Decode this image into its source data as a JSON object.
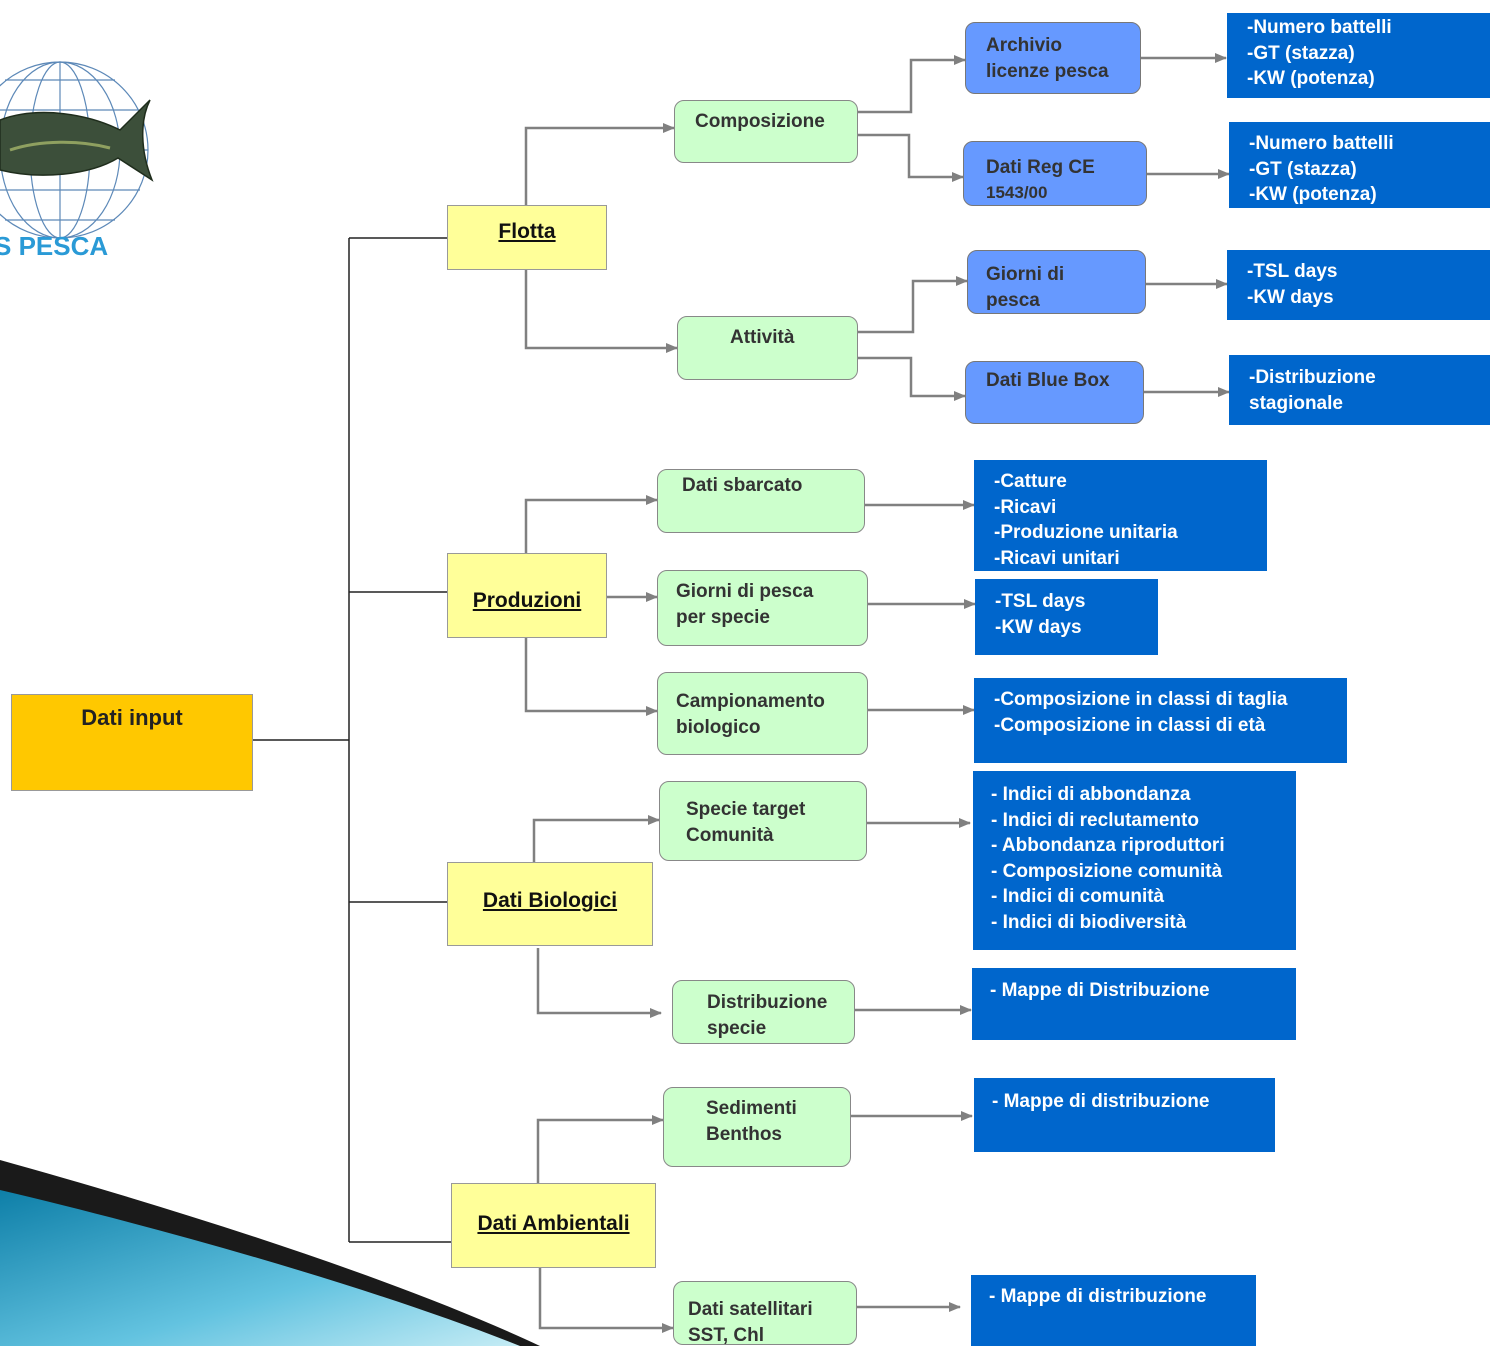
{
  "logo": {
    "text": "S PESCA"
  },
  "root": {
    "label": "Dati input"
  },
  "categories": {
    "flotta": "Flotta",
    "produzioni": "Produzioni",
    "biologici": "Dati Biologici",
    "ambientali": "Dati Ambientali"
  },
  "nodes": {
    "composizione": [
      "Composizione"
    ],
    "attivita": [
      "Attività"
    ],
    "archivio": [
      "Archivio",
      "licenze pesca"
    ],
    "dati_reg": [
      "Dati Reg CE",
      "1543/00"
    ],
    "giorni_pesca": [
      "Giorni di",
      "pesca"
    ],
    "blue_box": [
      "Dati Blue Box"
    ],
    "sbarcato": [
      "Dati sbarcato"
    ],
    "giorni_specie": [
      "Giorni di pesca",
      "per specie"
    ],
    "campionamento": [
      "Campionamento",
      "biologico"
    ],
    "specie_target": [
      "Specie target",
      "Comunità"
    ],
    "distribuzione": [
      "Distribuzione",
      "specie"
    ],
    "sedimenti": [
      "Sedimenti",
      "Benthos"
    ],
    "satellitari": [
      "Dati satellitari",
      "SST, Chl"
    ]
  },
  "outputs": {
    "archivio": [
      "-Numero battelli",
      "-GT (stazza)",
      "-KW (potenza)"
    ],
    "dati_reg": [
      "-Numero battelli",
      "-GT (stazza)",
      "-KW (potenza)"
    ],
    "giorni_pesca": [
      "-TSL days",
      "-KW days"
    ],
    "blue_box": [
      "-Distribuzione",
      "stagionale"
    ],
    "sbarcato": [
      "-Catture",
      "-Ricavi",
      "-Produzione unitaria",
      "-Ricavi unitari"
    ],
    "giorni_specie": [
      "-TSL days",
      "-KW  days"
    ],
    "campionamento": [
      "-Composizione in classi di taglia",
      "-Composizione in classi di età"
    ],
    "specie_target": [
      "- Indici  di abbondanza",
      "- Indici  di reclutamento",
      "- Abbondanza riproduttori",
      "- Composizione comunità",
      "- Indici di comunità",
      "- Indici di biodiversità"
    ],
    "distribuzione": [
      "- Mappe di Distribuzione"
    ],
    "sedimenti": [
      "- Mappe di distribuzione"
    ],
    "satellitari": [
      "- Mappe di distribuzione"
    ]
  },
  "colors": {
    "root": "#ffc800",
    "category": "#ffff99",
    "node": "#ccffcc",
    "source": "#6699ff",
    "output": "#0066cc"
  }
}
